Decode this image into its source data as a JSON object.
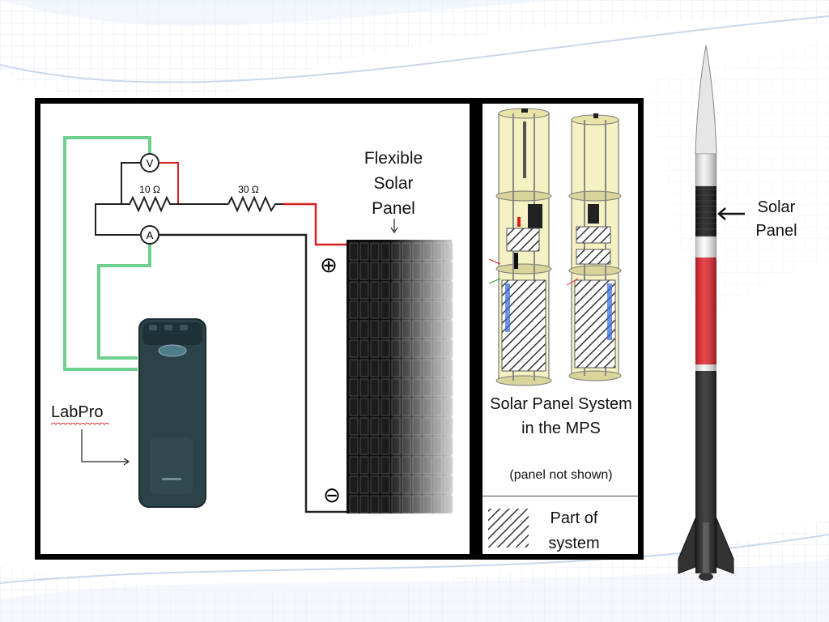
{
  "circuit": {
    "resistor_1": "10 Ω",
    "resistor_2": "30 Ω",
    "voltmeter": "V",
    "ammeter": "A",
    "solar_panel_label": "Flexible Solar Panel",
    "labpro_label": "LabPro",
    "plus_symbol": "⊕",
    "minus_symbol": "⊖"
  },
  "mps": {
    "caption": "Solar Panel System in the MPS",
    "note": "(panel not shown)",
    "legend": "Part of system"
  },
  "rocket": {
    "label": "Solar Panel"
  },
  "colors": {
    "wire_green": "#6fcf8f",
    "wire_red": "#d81e1e",
    "rocket_red": "#e3242b",
    "tube_yellow": "#f4f1c2",
    "panel_dark": "#0d0d0d"
  }
}
